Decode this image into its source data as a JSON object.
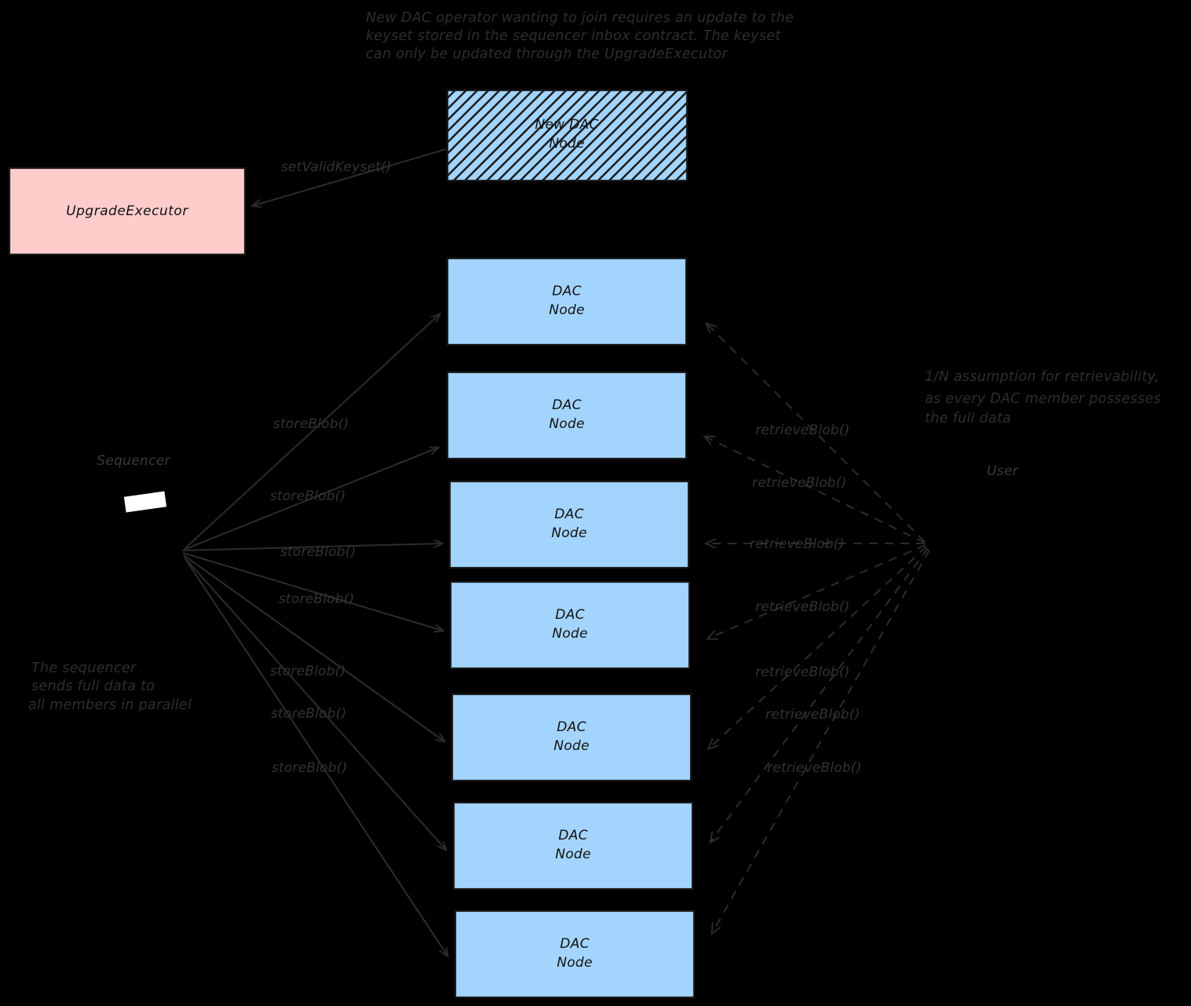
{
  "diagram": {
    "title_note_top": {
      "lines": [
        "New DAC operator wanting to join requires an update to the",
        "keyset stored in the sequencer inbox contract. The keyset",
        "can only be updated through the UpgradeExecutor"
      ]
    },
    "note_left": {
      "lines": [
        "The sequencer",
        "sends full data to",
        "all members in parallel"
      ]
    },
    "note_right": {
      "lines": [
        "1/N assumption for retrievability,",
        "as every DAC member possesses",
        "the full data"
      ]
    },
    "actors": {
      "sequencer": "Sequencer",
      "user": "User"
    },
    "boxes": {
      "upgrade_executor": {
        "label": "UpgradeExecutor",
        "fill": "#ffcccc",
        "stroke": "#1b1b1b"
      },
      "new_dac_node": {
        "line1": "New DAC",
        "line2": "Node",
        "fill": "#a3d4fd",
        "stroke": "#1b1b1b",
        "hatched": true
      }
    },
    "dac_nodes": [
      {
        "line1": "DAC",
        "line2": "Node"
      },
      {
        "line1": "DAC",
        "line2": "Node"
      },
      {
        "line1": "DAC",
        "line2": "Node"
      },
      {
        "line1": "DAC",
        "line2": "Node"
      },
      {
        "line1": "DAC",
        "line2": "Node"
      },
      {
        "line1": "DAC",
        "line2": "Node"
      },
      {
        "line1": "DAC",
        "line2": "Node"
      }
    ],
    "dac_node_fill": "#a3d4fd",
    "edges": {
      "set_valid_keyset": "setValidKeyset()",
      "store_blob": [
        "storeBlob()",
        "storeBlob()",
        "storeBlob()",
        "storeBlob()",
        "storeBlob()",
        "storeBlob()",
        "storeBlob()"
      ],
      "retrieve_blob": [
        "retrieveBlob()",
        "retrieveBlob()",
        "retrieveBlob()",
        "retrieveBlob()",
        "retrieveBlob()",
        "retrieveBlob()",
        "retrieveBlob()"
      ]
    },
    "colors": {
      "background": "#000000",
      "node_blue": "#a3d4fd",
      "executor_pink": "#ffcccc",
      "ink": "#2b2b2b",
      "sequencer_icon": "#ffffff"
    }
  }
}
